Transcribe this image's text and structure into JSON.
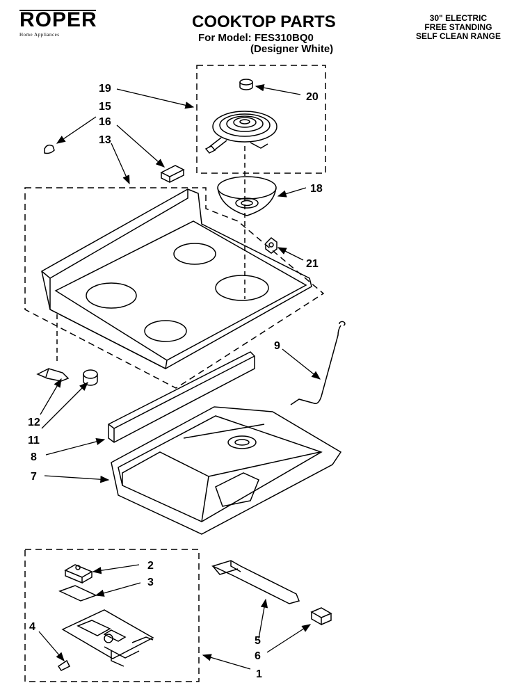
{
  "brand": {
    "name": "ROPER",
    "tagline": "Home Appliances"
  },
  "header": {
    "title": "COOKTOP PARTS",
    "model_line": "For Model: FES310BQ0",
    "variant": "(Designer White)",
    "description": [
      "30\" ELECTRIC",
      "FREE STANDING",
      "SELF CLEAN RANGE"
    ]
  },
  "callouts": {
    "c1": "1",
    "c2": "2",
    "c3": "3",
    "c4": "4",
    "c5": "5",
    "c6": "6",
    "c7": "7",
    "c8": "8",
    "c9": "9",
    "c11": "11",
    "c12": "12",
    "c13": "13",
    "c15": "15",
    "c16": "16",
    "c18": "18",
    "c19": "19",
    "c20": "20",
    "c21": "21"
  }
}
